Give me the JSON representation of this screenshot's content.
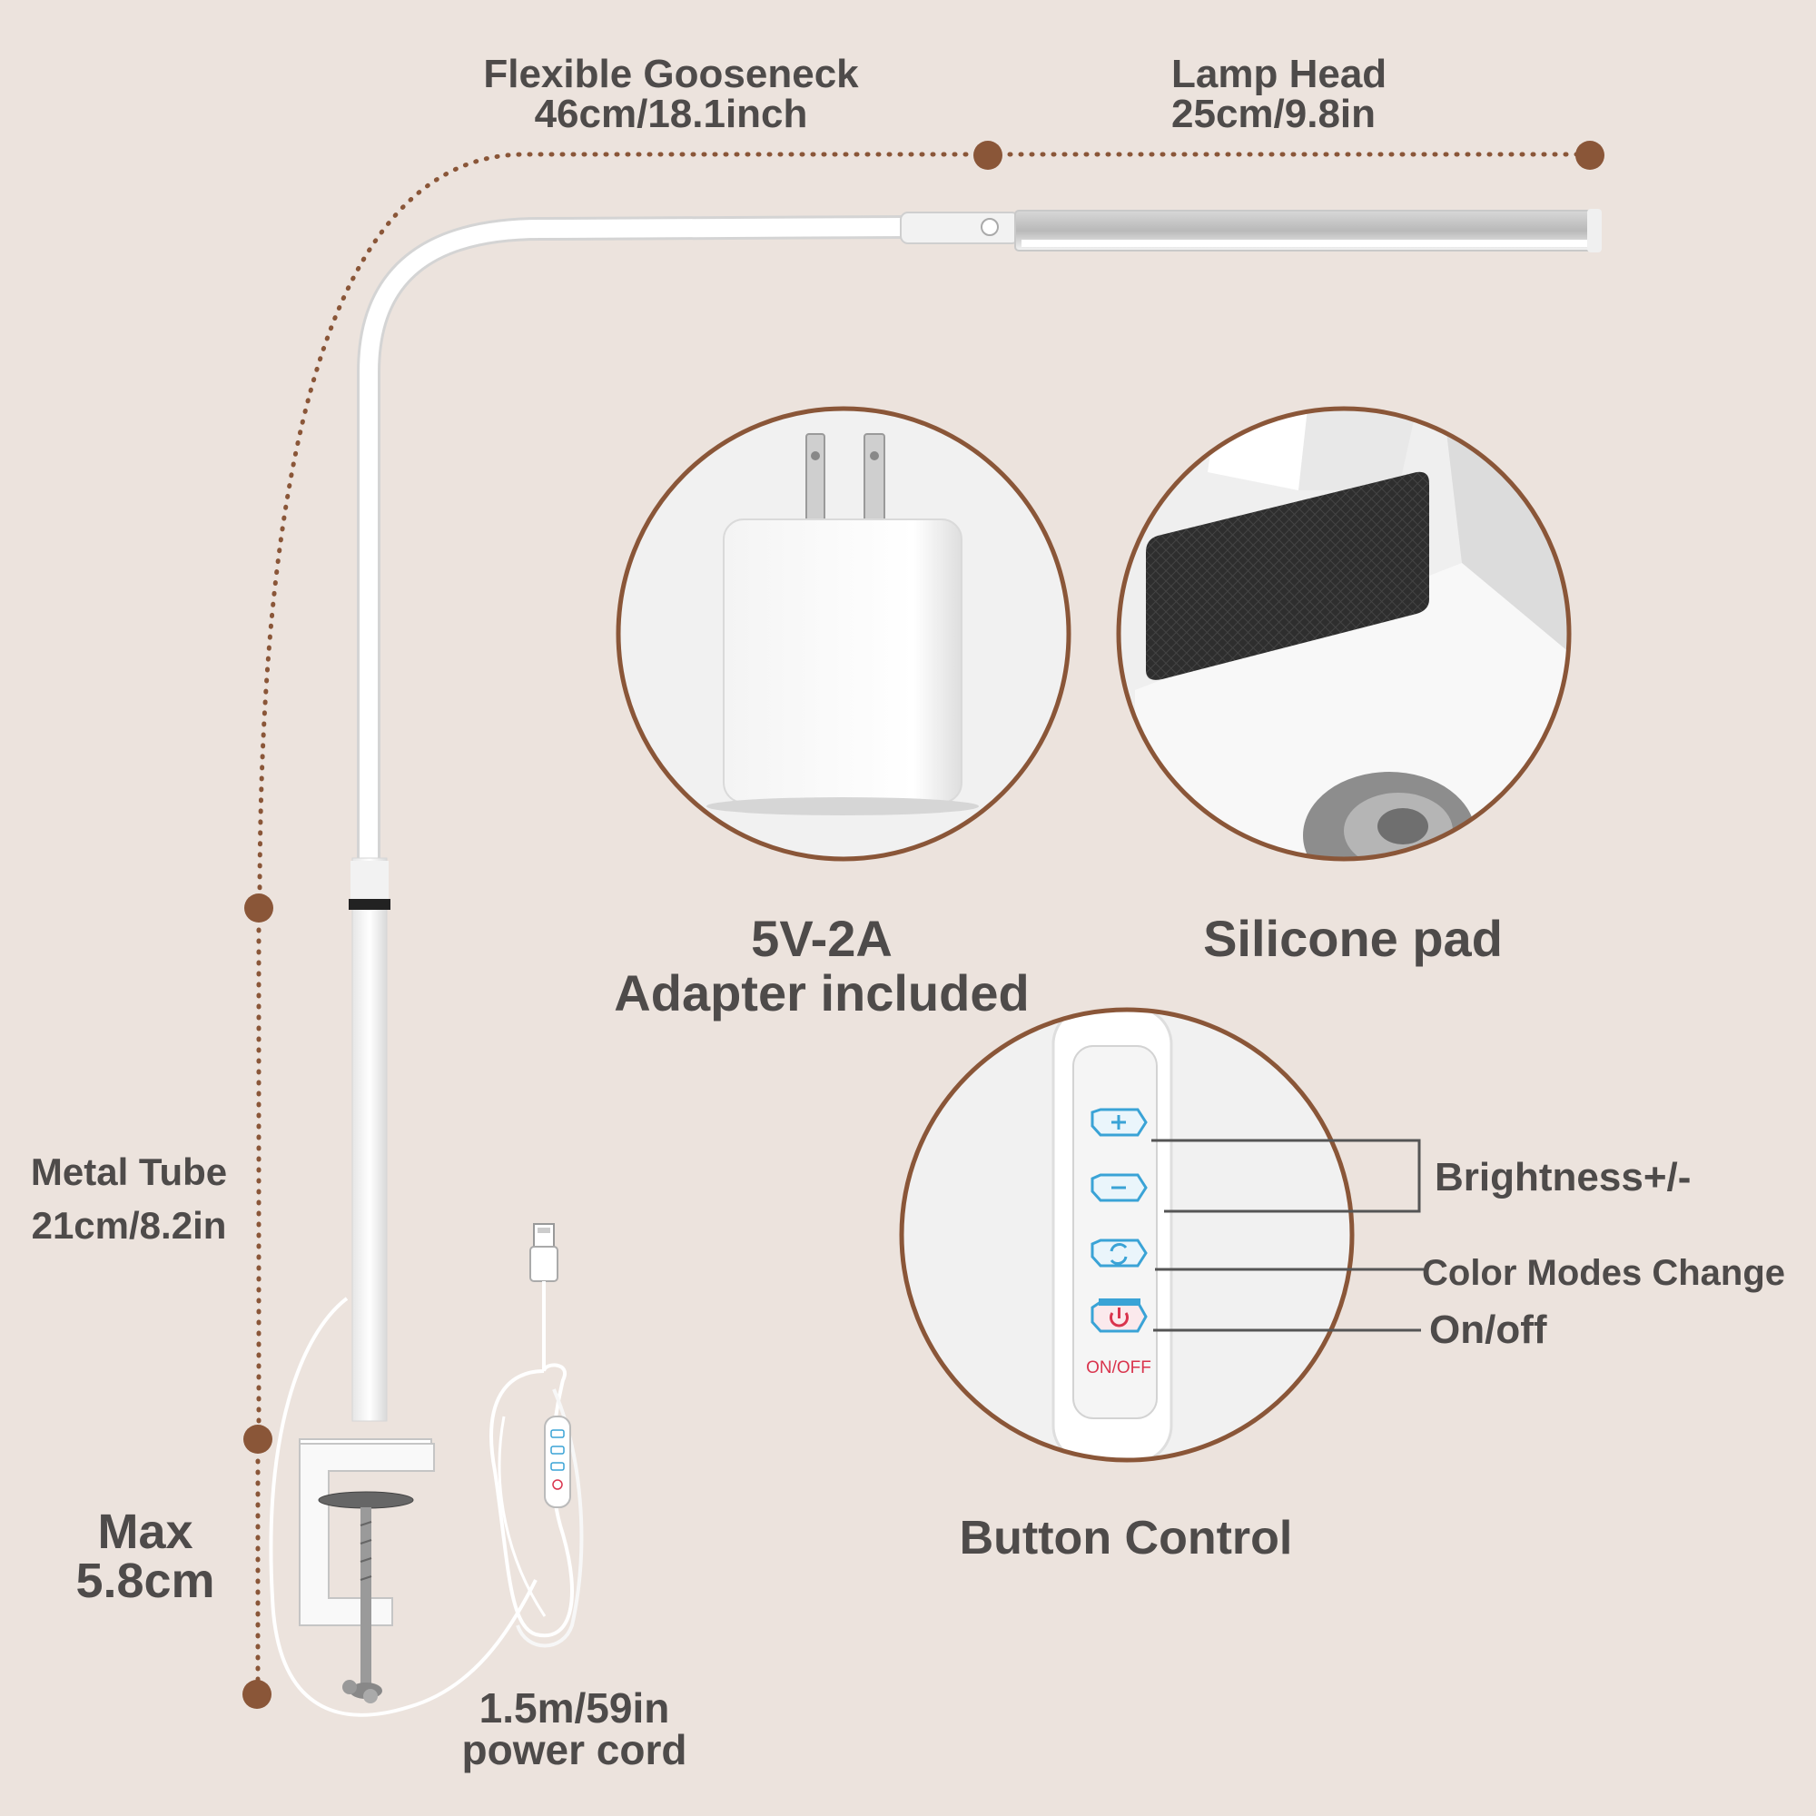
{
  "colors": {
    "background": "#ece3dd",
    "dimension_line": "#8a5638",
    "circle_border": "#8a5638",
    "text": "#4e4b4a",
    "button_blue": "#3aa3d6",
    "power_red": "#d9344d"
  },
  "gooseneck": {
    "title": "Flexible Gooseneck",
    "size": "46cm/18.1inch"
  },
  "lamp_head": {
    "title": "Lamp Head",
    "size": "25cm/9.8in"
  },
  "metal_tube": {
    "title": "Metal Tube",
    "size": "21cm/8.2in"
  },
  "clamp": {
    "title": "Max",
    "size": "5.8cm"
  },
  "cord": {
    "length": "1.5m/59in",
    "title": "power cord"
  },
  "adapter": {
    "spec": "5V-2A",
    "caption": "Adapter included"
  },
  "pad": {
    "caption": "Silicone pad"
  },
  "controller": {
    "caption": "Button Control",
    "power_text": "ON/OFF",
    "callouts": {
      "brightness": "Brightness+/-",
      "color_modes": "Color Modes Change",
      "onoff": "On/off"
    },
    "button_icons": [
      "plus-icon",
      "minus-icon",
      "refresh-icon",
      "power-icon"
    ]
  }
}
